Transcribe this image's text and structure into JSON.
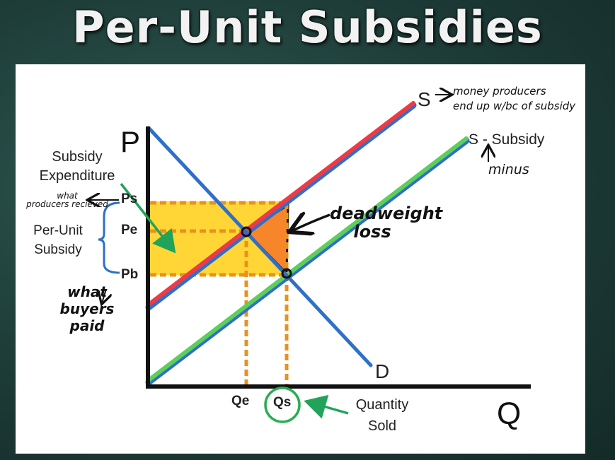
{
  "title": "Per-Unit Subsidies",
  "axes": {
    "y": "P",
    "x": "Q",
    "x_caption": "Quantity\nSold"
  },
  "curves": {
    "supply": "S",
    "supply_subsidy": "S - Subsidy",
    "demand": "D"
  },
  "price_labels": {
    "ps": "Ps",
    "pe": "Pe",
    "pb": "Pb"
  },
  "quantity_labels": {
    "qe": "Qe",
    "qs": "Qs"
  },
  "annotations": {
    "subsidy_expenditure": "Subsidy\nExpenditure",
    "per_unit_subsidy": "Per-Unit\nSubsidy",
    "what_producers": "what\nproducers recieved",
    "what_buyers": "what\nbuyers\npaid",
    "money_producers": "money producers\nend up w/bc of subsidy",
    "minus": "minus",
    "deadweight": "deadweight\nloss"
  },
  "colors": {
    "supply": "#ee3a45",
    "supply_subsidy": "#5ccf5a",
    "demand": "#2f6fc9",
    "expenditure": "#ffd21f",
    "dotted": "#e8921e",
    "deadweight": "#f7852a",
    "arrow_green": "#22a35a"
  }
}
